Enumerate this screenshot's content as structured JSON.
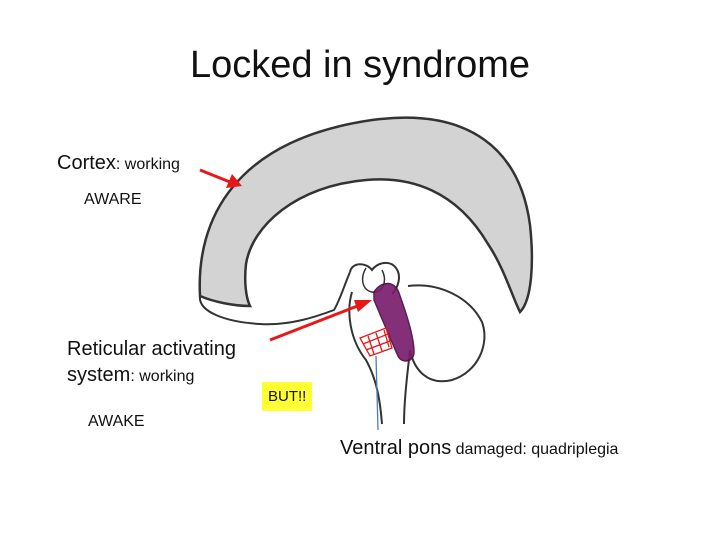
{
  "title": "Locked in syndrome",
  "labels": {
    "cortex_name": "Cortex",
    "cortex_state": ": working",
    "aware": "AWARE",
    "ras_line1": "Reticular activating",
    "ras_name2": "system",
    "ras_state": ": working",
    "awake": "AWAKE",
    "but": "BUT!!",
    "pons_name": "Ventral pons",
    "pons_state": " damaged: quadriplegia"
  },
  "colors": {
    "arrow": "#e81818",
    "pons_highlight": "#7a1f6e",
    "but_background": "#ffff33",
    "brain_outline": "#333333",
    "cortex_fill": "#d3d3d3"
  }
}
